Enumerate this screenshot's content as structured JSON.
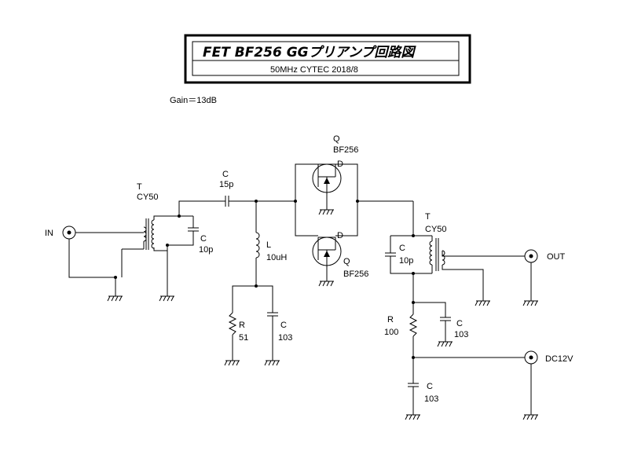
{
  "title": {
    "main": "FET  BF256  GGプリアンプ回路図",
    "sub": "50MHz     CYTEC  2018/8"
  },
  "gain": "Gain＝13dB",
  "labels": {
    "in": "IN",
    "out": "OUT",
    "dc": "DC12V",
    "t1_ref": "T",
    "t1_val": "CY50",
    "c_in_ref": "C",
    "c_in_val": "15p",
    "c_t1_ref": "C",
    "c_t1_val": "10p",
    "l_ref": "L",
    "l_val": "10uH",
    "r_g_ref": "R",
    "r_g_val": "51",
    "c_g_ref": "C",
    "c_g_val": "103",
    "q1_ref": "Q",
    "q1_val": "BF256",
    "q2_ref": "Q",
    "q2_val": "BF256",
    "t2_ref": "T",
    "t2_val": "CY50",
    "c_t2_ref": "C",
    "c_t2_val": "10p",
    "r_d_ref": "R",
    "r_d_val": "100",
    "c_d_ref": "C",
    "c_d_val": "103",
    "c_dc_ref": "C",
    "c_dc_val": "103",
    "drain_mark_1": "D",
    "drain_mark_2": "D"
  }
}
